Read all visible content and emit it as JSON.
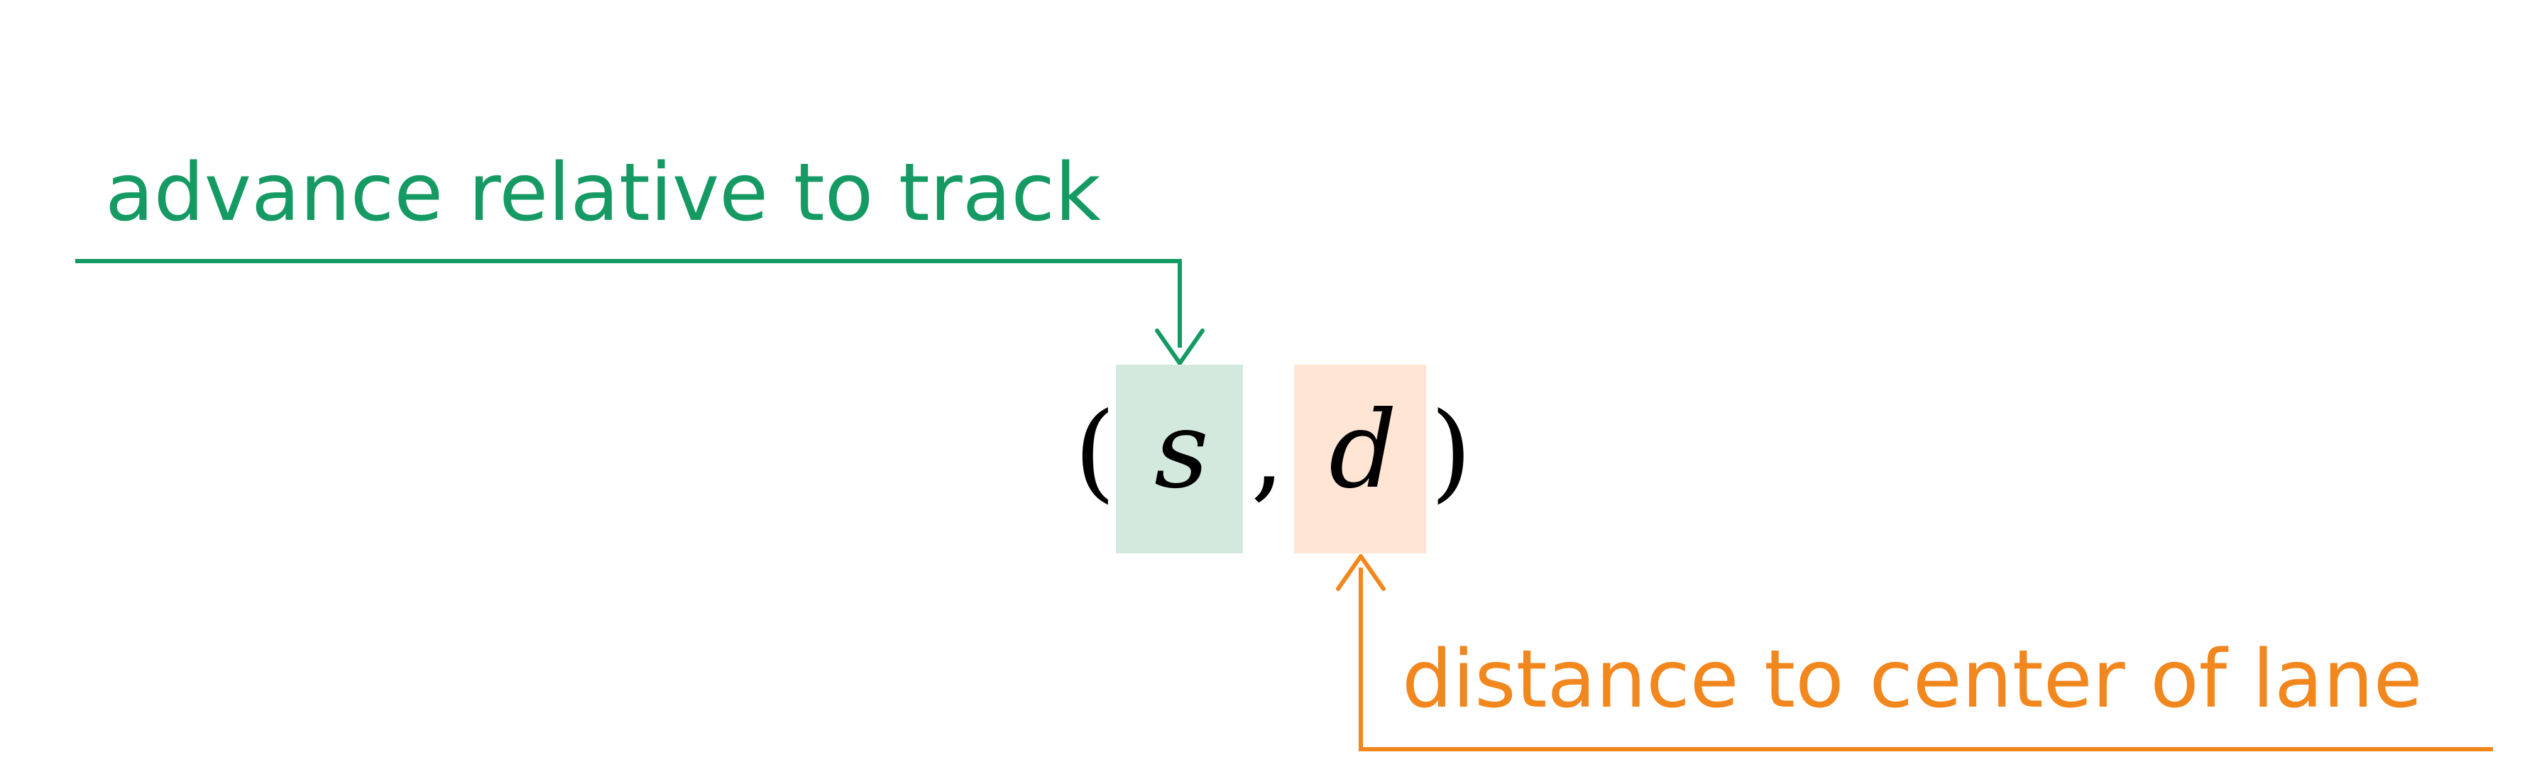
{
  "labels": {
    "top": "advance relative to track",
    "bottom": "distance to center of lane"
  },
  "formula": {
    "open_paren": "(",
    "first_var": "s",
    "comma": ",",
    "second_var": "d",
    "close_paren": ")"
  },
  "colors": {
    "green": "#159a63",
    "green_fill": "#d4e9dd",
    "orange": "#f2871e",
    "orange_fill": "#ffe6d4",
    "text": "#000000"
  }
}
